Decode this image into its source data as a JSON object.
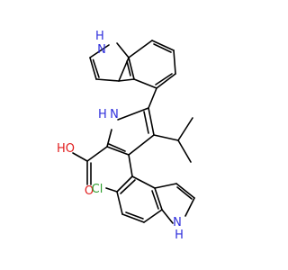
{
  "molecule": {
    "top_indole_nh": "H\nN",
    "pyrrole_nh": "H\nN",
    "carboxyl_oh": "HO",
    "carboxyl_o": "O",
    "chloro": "Cl",
    "bottom_indole_nh": "N\nH"
  },
  "colors": {
    "bond": "#000000",
    "nitrogen": "#2f2fdc",
    "oxygen": "#e11d1d",
    "chlorine": "#2e9e2e",
    "background": "#ffffff"
  }
}
